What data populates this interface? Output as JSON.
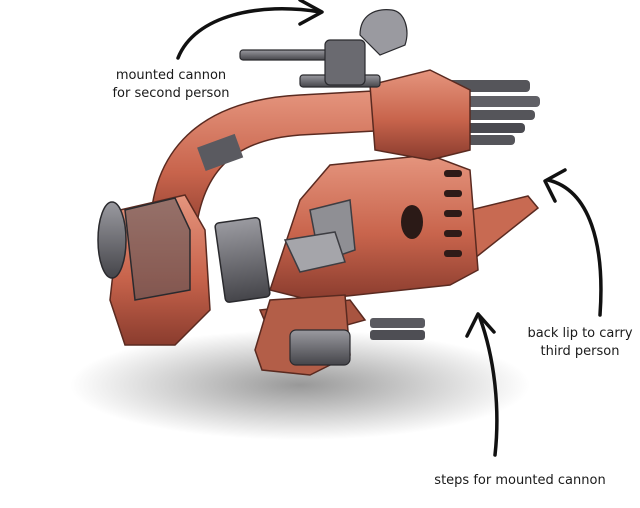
{
  "annotations": {
    "mounted_cannon": {
      "line1": "mounted cannon",
      "line2": "for second person"
    },
    "back_lip": {
      "line1": "back lip to carry",
      "line2": "third person"
    },
    "steps": {
      "text": "steps for mounted cannon"
    }
  },
  "colors": {
    "hull": "#c8644c",
    "hull_light": "#e08a72",
    "hull_dark": "#8a3c2e",
    "metal": "#6a6a6e",
    "metal_dark": "#3d3d42",
    "arrow": "#111111"
  }
}
